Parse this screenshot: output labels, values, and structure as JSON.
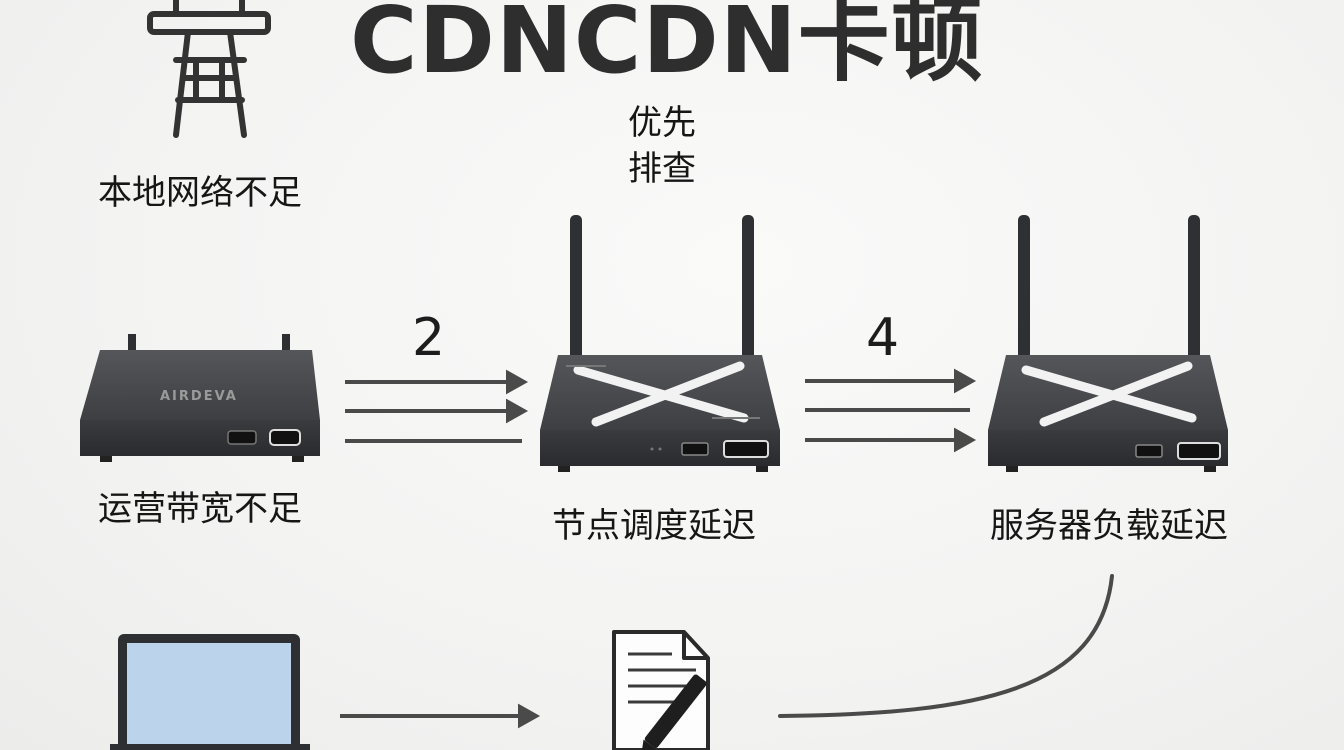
{
  "title": "CDNCDN卡顿",
  "nodes": {
    "local_network": "本地网络不足",
    "carrier_bandwidth": "运营带宽不足",
    "node_scheduling": "节点调度延迟",
    "server_load": "服务器负载延迟"
  },
  "priority_note": [
    "优先",
    "排查"
  ],
  "step_numbers": [
    "2",
    "4"
  ],
  "device_labels": {
    "router_brand": "AIRDEVA"
  },
  "icons": [
    "tower-icon",
    "router-icon",
    "laptop-icon",
    "document-pen-icon"
  ],
  "colors": {
    "device_body": "#3b3c3f",
    "device_top": "#4a4b4f",
    "arrow": "#4a4a4a",
    "screen": "#bcd3ec"
  }
}
